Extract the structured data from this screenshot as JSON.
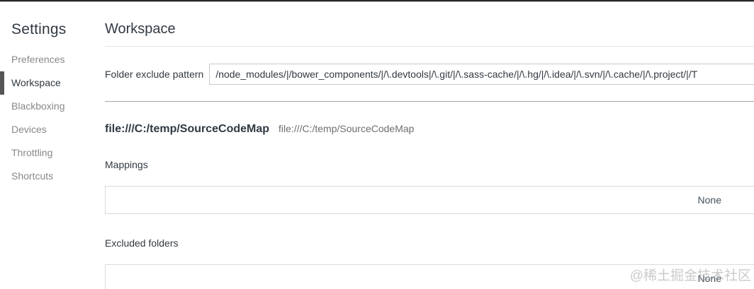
{
  "sidebar": {
    "title": "Settings",
    "items": [
      {
        "label": "Preferences"
      },
      {
        "label": "Workspace"
      },
      {
        "label": "Blackboxing"
      },
      {
        "label": "Devices"
      },
      {
        "label": "Throttling"
      },
      {
        "label": "Shortcuts"
      }
    ]
  },
  "main": {
    "title": "Workspace",
    "folder_exclude": {
      "label": "Folder exclude pattern",
      "value": "/node_modules/|/bower_components/|/\\.devtools|/\\.git/|/\\.sass-cache/|/\\.hg/|/\\.idea/|/\\.svn/|/\\.cache/|/\\.project/|/T"
    },
    "workspace_folder": {
      "title": "file:///C:/temp/SourceCodeMap",
      "path": "file:///C:/temp/SourceCodeMap",
      "mappings_label": "Mappings",
      "mappings_empty": "None",
      "excluded_label": "Excluded folders",
      "excluded_empty": "None"
    }
  },
  "watermark": "@稀土掘金技术社区",
  "colors": {
    "text_primary": "#303942",
    "text_secondary": "#888888",
    "selected_bar": "#565656",
    "border_light": "#dadada",
    "divider_strong": "#a6a6a6",
    "top_bar": "#262626"
  }
}
